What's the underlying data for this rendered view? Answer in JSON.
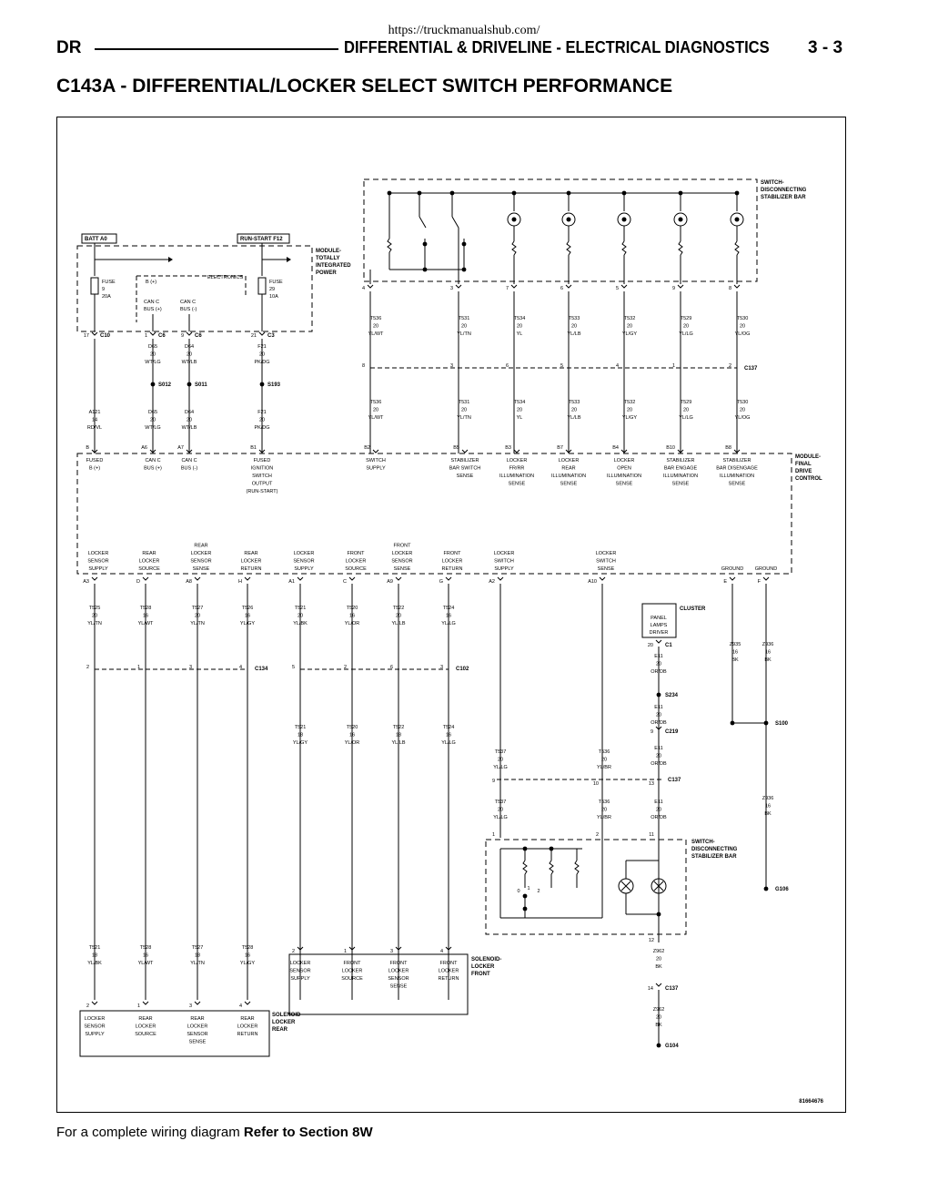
{
  "header": {
    "url": "https://truckmanualshub.com/",
    "section_code": "DR",
    "section_title": "DIFFERENTIAL & DRIVELINE - ELECTRICAL DIAGNOSTICS",
    "page_number": "3 - 3"
  },
  "page_title": "C143A - DIFFERENTIAL/LOCKER SELECT SWITCH PERFORMANCE",
  "footer": {
    "text": "For a complete wiring diagram",
    "ref": "Refer to Section 8W"
  },
  "diagram": {
    "figure_id": "81664676",
    "labels": {
      "batt": "BATT A0",
      "runstart": "RUN-START  F12",
      "module_power": [
        "MODULE-",
        "TOTALLY",
        "INTEGRATED",
        "POWER"
      ],
      "fuse_left": [
        "FUSE",
        "9",
        "20A"
      ],
      "fuse_right": [
        "FUSE",
        "29",
        "10A"
      ],
      "b_plus": "B (+)",
      "electronics": "ELECTRONICS",
      "can_c_plus": [
        "CAN C",
        "BUS (+)"
      ],
      "can_c_minus": [
        "CAN C",
        "BUS (-)"
      ],
      "switch_bar_top": [
        "SWITCH-",
        "DISCONNECTING",
        "STABILIZER BAR"
      ],
      "module_fdc": [
        "MODULE-",
        "FINAL",
        "DRIVE",
        "CONTROL"
      ],
      "cluster": "CLUSTER",
      "panel_lamps": [
        "PANEL",
        "LAMPS",
        "DRIVER"
      ],
      "switch_bar_bottom": [
        "SWITCH-",
        "DISCONNECTING",
        "STABILIZER BAR"
      ],
      "solenoid_front": [
        "SOLENOID-",
        "LOCKER",
        "FRONT"
      ],
      "solenoid_rear": [
        "SOLENOID-",
        "LOCKER",
        "REAR"
      ]
    },
    "splices": {
      "s012": "S012",
      "s011": "S011",
      "s193": "S193",
      "s234": "S234",
      "s100": "S100",
      "g106": "G106",
      "g104": "G104"
    },
    "connectors": {
      "c10": "C10",
      "c6a": "C6",
      "c6b": "C6",
      "c3": "C3",
      "c137a": "C137",
      "c134": "C134",
      "c102": "C102",
      "c1": "C1",
      "c219": "C219",
      "c137b": "C137",
      "c137c": "C137"
    },
    "top_pins": [
      "4",
      "3",
      "7",
      "6",
      "5",
      "9",
      "8"
    ],
    "top_wires": [
      [
        "T536",
        "20",
        "YL/WT"
      ],
      [
        "T531",
        "20",
        "YL/TN"
      ],
      [
        "T534",
        "20",
        "YL"
      ],
      [
        "T533",
        "20",
        "YL/LB"
      ],
      [
        "T532",
        "20",
        "YL/GY"
      ],
      [
        "T529",
        "20",
        "YL/LG"
      ],
      [
        "T530",
        "20",
        "YL/OG"
      ]
    ],
    "c137_pins": [
      "8",
      "3",
      "6",
      "5",
      "4",
      "1",
      "2"
    ],
    "left_top_pins": [
      "17",
      "1",
      "9",
      "21"
    ],
    "left_wires_a": [
      [
        "D65",
        "20",
        "WT/LG"
      ],
      [
        "D64",
        "20",
        "WT/LB"
      ],
      [
        "F21",
        "20",
        "PK/DG"
      ]
    ],
    "left_wires_b": [
      [
        "A121",
        "14",
        "RD/VL"
      ],
      [
        "D65",
        "20",
        "WT/LG"
      ],
      [
        "D64",
        "20",
        "WT/LB"
      ],
      [
        "F21",
        "20",
        "PK/DG"
      ]
    ],
    "fdc_top_pins": [
      "B",
      "A6",
      "A7",
      "B1",
      "B2",
      "B5",
      "B3",
      "B7",
      "B4",
      "B10",
      "B8"
    ],
    "fdc_top_labels": [
      [
        "FUSED",
        "B (+)"
      ],
      [
        "CAN C",
        "BUS (+)"
      ],
      [
        "CAN C",
        "BUS (-)"
      ],
      [
        "FUSED",
        "IGNITION",
        "SWITCH",
        "OUTPUT",
        "(RUN-START)"
      ],
      [
        "SWITCH",
        "SUPPLY"
      ],
      [
        "STABILIZER",
        "BAR SWITCH",
        "SENSE"
      ],
      [
        "LOCKER",
        "FR/RR",
        "ILLUMINATION",
        "SENSE"
      ],
      [
        "LOCKER",
        "REAR",
        "ILLUMINATION",
        "SENSE"
      ],
      [
        "LOCKER",
        "OPEN",
        "ILLUMINATION",
        "SENSE"
      ],
      [
        "STABILIZER",
        "BAR ENGAGE",
        "ILLUMINATION",
        "SENSE"
      ],
      [
        "STABILIZER",
        "BAR DISENGAGE",
        "ILLUMINATION",
        "SENSE"
      ]
    ],
    "fdc_bottom_labels": [
      [
        "LOCKER",
        "SENSOR",
        "SUPPLY"
      ],
      [
        "REAR",
        "LOCKER",
        "SOURCE"
      ],
      [
        "REAR",
        "LOCKER",
        "SENSOR",
        "SENSE"
      ],
      [
        "REAR",
        "LOCKER",
        "RETURN"
      ],
      [
        "LOCKER",
        "SENSOR",
        "SUPPLY"
      ],
      [
        "FRONT",
        "LOCKER",
        "SOURCE"
      ],
      [
        "FRONT",
        "LOCKER",
        "SENSOR",
        "SENSE"
      ],
      [
        "FRONT",
        "LOCKER",
        "RETURN"
      ],
      [
        "LOCKER",
        "SWITCH",
        "SUPPLY"
      ],
      [
        "LOCKER",
        "SWITCH",
        "SENSE"
      ],
      [
        "GROUND"
      ],
      [
        "GROUND"
      ]
    ],
    "fdc_bottom_pins": [
      "A3",
      "D",
      "A8",
      "H",
      "A1",
      "C",
      "A9",
      "G",
      "A2",
      "A10",
      "E",
      "F"
    ],
    "mid_wires_a": [
      [
        "T525",
        "20",
        "YL/TN"
      ],
      [
        "T528",
        "16",
        "YL/WT"
      ],
      [
        "T527",
        "20",
        "YL/TN"
      ],
      [
        "T526",
        "16",
        "YL/GY"
      ],
      [
        "T521",
        "20",
        "YL/BK"
      ],
      [
        "T520",
        "16",
        "YL/OR"
      ],
      [
        "T522",
        "20",
        "YL/LB"
      ],
      [
        "T524",
        "16",
        "YL/LG"
      ]
    ],
    "c134_pins": [
      "2",
      "1",
      "3",
      "4"
    ],
    "c102_pins": [
      "5",
      "2",
      "6",
      "3"
    ],
    "mid_wires_b": [
      [
        "T521",
        "18",
        "YL/GY"
      ],
      [
        "T520",
        "16",
        "YL/OR"
      ],
      [
        "T522",
        "18",
        "YL/LB"
      ],
      [
        "T524",
        "16",
        "YL/LG"
      ]
    ],
    "rear_bottom_wires": [
      [
        "T521",
        "18",
        "YL/BK"
      ],
      [
        "T528",
        "16",
        "YL/WT"
      ],
      [
        "T527",
        "18",
        "YL/TN"
      ],
      [
        "T528",
        "16",
        "YL/GY"
      ]
    ],
    "rear_pins": [
      "2",
      "1",
      "3",
      "4"
    ],
    "front_pins": [
      "2",
      "1",
      "3",
      "4"
    ],
    "rear_labels": [
      [
        "LOCKER",
        "SENSOR",
        "SUPPLY"
      ],
      [
        "REAR",
        "LOCKER",
        "SOURCE"
      ],
      [
        "REAR",
        "LOCKER",
        "SENSOR",
        "SENSE"
      ],
      [
        "REAR",
        "LOCKER",
        "RETURN"
      ]
    ],
    "front_labels": [
      [
        "LOCKER",
        "SENSOR",
        "SUPPLY"
      ],
      [
        "FRONT",
        "LOCKER",
        "SOURCE"
      ],
      [
        "FRONT",
        "LOCKER",
        "SENSOR",
        "SENSE"
      ],
      [
        "FRONT",
        "LOCKER",
        "RETURN"
      ]
    ],
    "switch_wires_a": [
      [
        "T537",
        "20",
        "YL/LG"
      ],
      [
        "T536",
        "20",
        "YL/BR"
      ]
    ],
    "switch_wires_b": [
      [
        "T537",
        "20",
        "YL/LG"
      ],
      [
        "T536",
        "20",
        "YL/BR"
      ]
    ],
    "switch_pins_c137": [
      "9",
      "10",
      "13"
    ],
    "switch_pins_bar": [
      "1",
      "2",
      "11",
      "12"
    ],
    "switch_internal_pins": [
      "0",
      "1",
      "2"
    ],
    "cluster_pin": "20",
    "e11_wires": [
      [
        "E11",
        "20",
        "OR/DB"
      ],
      [
        "E11",
        "20",
        "OR/DB"
      ],
      [
        "E11",
        "20",
        "OR/DB"
      ],
      [
        "E11",
        "20",
        "OR/DB"
      ]
    ],
    "c219_pin": "9",
    "z935_wires": [
      [
        "Z935",
        "16",
        "BK"
      ],
      [
        "Z936",
        "16",
        "BK"
      ],
      [
        "Z936",
        "16",
        "BK"
      ]
    ],
    "z962_wires": [
      [
        "Z962",
        "20",
        "BK"
      ],
      [
        "Z962",
        "20",
        "BK"
      ]
    ],
    "c137_ground_pin": "14"
  }
}
